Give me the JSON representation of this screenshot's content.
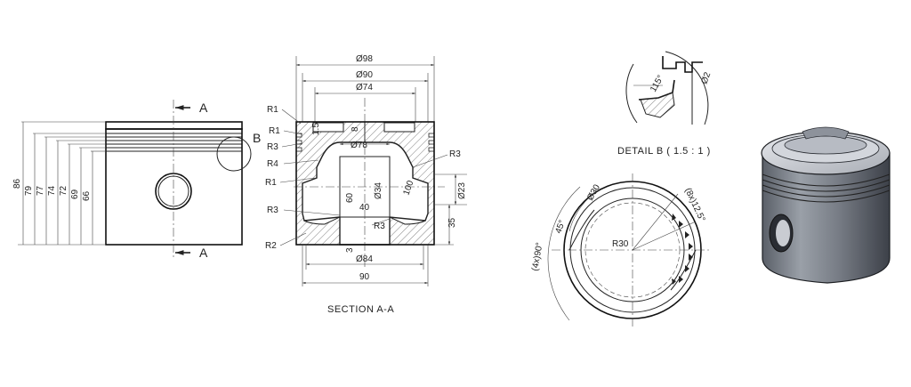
{
  "colors": {
    "line": "#222222",
    "background": "#ffffff",
    "piston_body": "#8a8f98",
    "piston_dark": "#4a4f57"
  },
  "front_view": {
    "section_letter_top": "A",
    "section_letter_bottom": "A",
    "detail_letter": "B",
    "height_dims": [
      "86",
      "79",
      "77",
      "74",
      "72",
      "69",
      "66"
    ]
  },
  "section_view": {
    "caption": "SECTION A-A",
    "dia_labels": [
      "Ø98",
      "Ø90",
      "Ø74",
      "Ø78",
      "Ø34",
      "Ø23",
      "Ø84"
    ],
    "radius_labels_left": [
      "R1",
      "R1",
      "R3",
      "R4",
      "R1",
      "R3",
      "R2"
    ],
    "radius_labels_right": [
      "R3",
      "R3"
    ],
    "misc_labels": [
      "8",
      "1.5",
      "60",
      "40",
      "100",
      "35",
      "3",
      "90"
    ]
  },
  "detail_view": {
    "caption": "DETAIL B ( 1.5 : 1 )",
    "angle": "115°",
    "dia": "Ø2"
  },
  "bottom_view": {
    "dia": "Ø30",
    "radius": "R30",
    "angle_45": "45°",
    "angle_pattern": "(4x)90°",
    "hole_pattern": "(8x)12.5°"
  }
}
